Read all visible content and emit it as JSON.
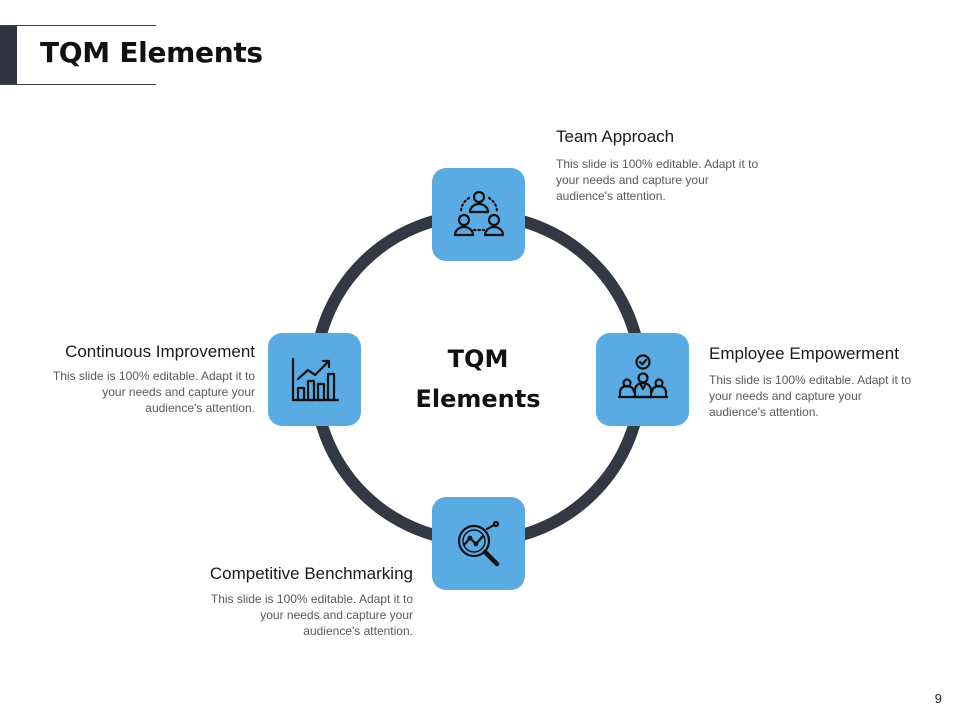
{
  "slide": {
    "title": "TQM Elements",
    "page_number": "9"
  },
  "center": {
    "line1": "TQM",
    "line2": "Elements"
  },
  "elements": [
    {
      "title": "Team Approach",
      "description": "This slide is 100% editable. Adapt it to your needs and capture your audience's attention.",
      "icon": "team-icon"
    },
    {
      "title": "Employee Empowerment",
      "description": "This slide is 100% editable. Adapt it to your needs and capture your audience's attention.",
      "icon": "empowerment-icon"
    },
    {
      "title": "Competitive Benchmarking",
      "description": "This slide is 100% editable. Adapt it to your needs and capture your audience's attention.",
      "icon": "benchmark-magnifier-icon"
    },
    {
      "title": "Continuous Improvement",
      "description": "This slide is 100% editable. Adapt it to your needs and capture your audience's attention.",
      "icon": "growth-chart-icon"
    }
  ],
  "colors": {
    "node_fill": "#5aaae4",
    "ring": "#333844",
    "title_accent": "#2f3440"
  }
}
